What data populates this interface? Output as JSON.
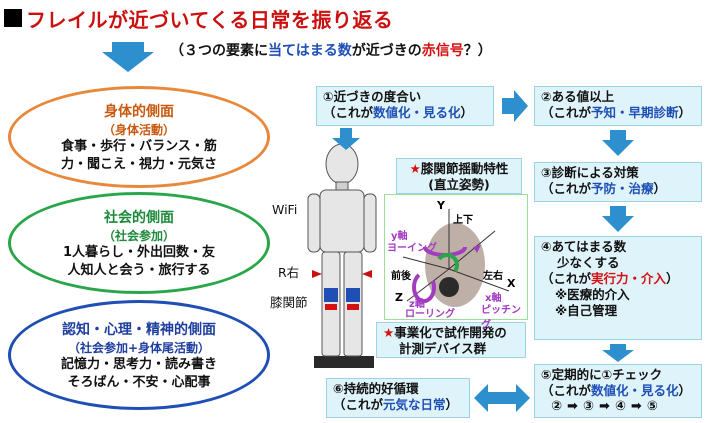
{
  "title": "フレイルが近づいてくる日常を振り返る",
  "subtitle": {
    "open": "（３つの要素に",
    "highlight": "当てはまる数",
    "mid": "が近づきの",
    "signal": "赤信号",
    "close": "？）"
  },
  "elements": [
    {
      "heading": "身体的側面",
      "sub": "（身体活動）",
      "lines": [
        "食事・歩行・バランス・筋",
        "力・聞こえ・視力・元気さ"
      ],
      "color": "#e8883a"
    },
    {
      "heading": "社会的側面",
      "sub": "（社会参加）",
      "lines": [
        "1人暮らし・外出回数・友",
        "人知人と会う・旅行する"
      ],
      "color": "#2aa64a"
    },
    {
      "heading": "認知・心理・精神的側面",
      "sub": "（社会参加+身体尾活動）",
      "lines": [
        "記憶力・思考力・読み書き",
        "そろばん・不安・心配事"
      ],
      "color": "#1f4fb5"
    }
  ],
  "steps": {
    "s1": {
      "title": "①近づきの度合い",
      "pre": "（これが",
      "key": "数値化・見る化",
      "post": "）"
    },
    "s2": {
      "title": "②ある値以上",
      "pre": "（これが",
      "key": "予知・早期診断",
      "post": "）"
    },
    "s3": {
      "title": "③診断による対策",
      "pre": "（これが",
      "key": "予防・治療",
      "post": "）"
    },
    "s4": {
      "title": "④あてはまる数",
      "line2": "少なくする",
      "pre": "（これが",
      "key": "実行力・介入",
      "post": "）",
      "notes": [
        "医療的介入",
        "自己管理"
      ],
      "mark": "※"
    },
    "s5": {
      "title": "⑤定期的に①チェック",
      "pre": "（これが",
      "key": "数値化・見る化",
      "post": "）",
      "chain": [
        "②",
        "③",
        "④",
        "⑤"
      ],
      "arrow": "➡"
    },
    "s6": {
      "title": "⑥持続的好循環",
      "pre": "（これが",
      "key": "元気な日常",
      "post": "）"
    }
  },
  "knee": {
    "star": "★",
    "title": "膝関節揺動特性",
    "sub": "(直立姿勢)"
  },
  "device": {
    "star": "★",
    "line1": "事業化で試作開発の",
    "line2": "計測デバイス群"
  },
  "robot_labels": {
    "wifi": "WiFi",
    "right": "R右",
    "knee": "膝関節"
  },
  "axes": {
    "y": "Y",
    "y_axis": "y軸",
    "y_rot": "ヨーイング",
    "up_down": "上下",
    "x": "X",
    "x_axis": "x軸",
    "x_rot": "ピッチング",
    "z": "Z",
    "z_axis": "z軸",
    "z_rot": "ローリング",
    "front_back": "前後",
    "left_right": "左右"
  },
  "colors": {
    "step_bg": "#dff3fa",
    "arrow": "#2e8fcf",
    "title_red": "#cc1010",
    "accent_blue": "#1f4fb5"
  }
}
